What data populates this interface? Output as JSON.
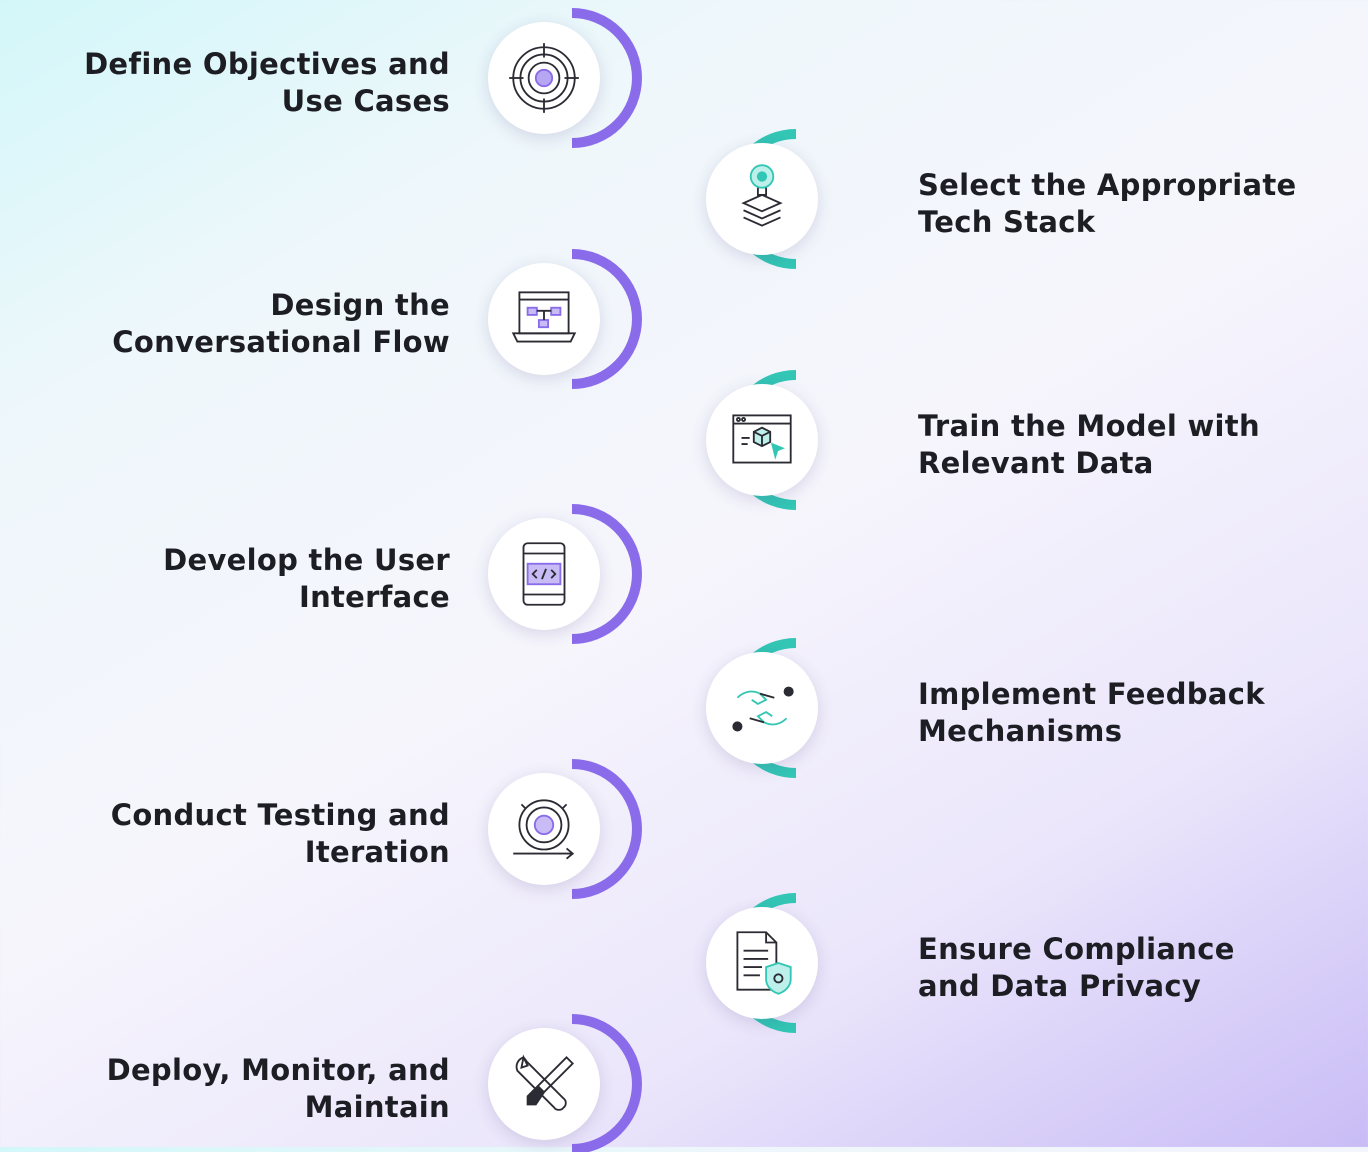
{
  "colors": {
    "purple": "#8a6bea",
    "teal": "#33c6b5",
    "text": "#1d1d24",
    "icon_stroke": "#2b2b33"
  },
  "steps": [
    {
      "side": "left",
      "accent": "purple",
      "icon": "target-icon",
      "lines": [
        "Define Objectives and",
        "Use Cases"
      ]
    },
    {
      "side": "right",
      "accent": "teal",
      "icon": "tech-stack-icon",
      "lines": [
        "Select the Appropriate",
        "Tech Stack"
      ]
    },
    {
      "side": "left",
      "accent": "purple",
      "icon": "flow-screen-icon",
      "lines": [
        "Design the",
        "Conversational Flow"
      ]
    },
    {
      "side": "right",
      "accent": "teal",
      "icon": "model-training-icon",
      "lines": [
        "Train the Model with",
        "Relevant Data"
      ]
    },
    {
      "side": "left",
      "accent": "purple",
      "icon": "code-window-icon",
      "lines": [
        "Develop the User",
        "Interface"
      ]
    },
    {
      "side": "right",
      "accent": "teal",
      "icon": "feedback-hands-icon",
      "lines": [
        "Implement Feedback",
        "Mechanisms"
      ]
    },
    {
      "side": "left",
      "accent": "purple",
      "icon": "testing-iteration-icon",
      "lines": [
        "Conduct Testing and",
        "Iteration"
      ]
    },
    {
      "side": "right",
      "accent": "teal",
      "icon": "document-shield-icon",
      "lines": [
        "Ensure Compliance",
        "and Data Privacy"
      ]
    },
    {
      "side": "left",
      "accent": "purple",
      "icon": "tools-icon",
      "lines": [
        "Deploy, Monitor, and",
        "Maintain"
      ]
    }
  ]
}
